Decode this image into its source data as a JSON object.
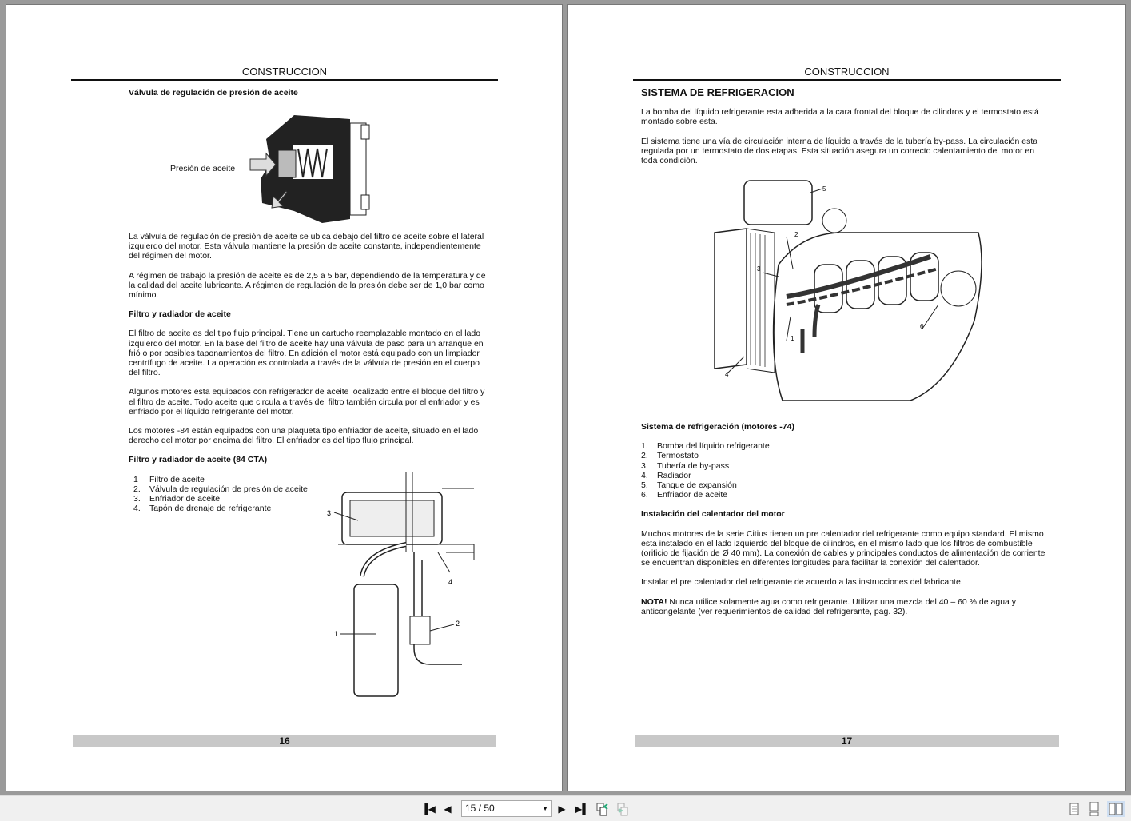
{
  "left_page": {
    "header": "CONSTRUCCION",
    "section1_title": "Válvula de regulación de presión de aceite",
    "figure1_label": "Presión de aceite",
    "paragraphs1": [
      "La válvula de regulación de presión de aceite se ubica debajo del filtro de aceite sobre el lateral izquierdo del motor. Esta válvula mantiene la presión de aceite constante, independientemente del régimen del motor.",
      "A régimen de trabajo la presión de aceite es de 2,5 a 5 bar, dependiendo de la temperatura y de la calidad del aceite lubricante. A régimen de regulación de la presión debe ser de 1,0 bar como mínimo."
    ],
    "section2_title": "Filtro y radiador de aceite",
    "paragraphs2": [
      "El filtro de aceite es del tipo flujo principal. Tiene un cartucho reemplazable montado en el lado izquierdo del motor. En la base del filtro de aceite hay una válvula de paso para un arranque en frió o por posibles taponamientos del filtro. En adición el motor está equipado con un limpiador centrífugo de aceite. La operación es controlada a través de la válvula de presión en el cuerpo del filtro.",
      "Algunos motores esta equipados con refrigerador de aceite localizado entre el bloque del filtro y el filtro de aceite. Todo aceite que circula a través del filtro también circula por el enfriador y es enfriado por el líquido refrigerante del motor.",
      "Los motores -84 están equipados con una plaqueta tipo enfriador de aceite, situado en el lado derecho del motor por encima del filtro. El enfriador es del tipo flujo principal."
    ],
    "section3_title": "Filtro y radiador de aceite (84 CTA)",
    "list": [
      {
        "n": "1",
        "text": "Filtro de aceite"
      },
      {
        "n": "2.",
        "text": "Válvula de regulación de presión de aceite"
      },
      {
        "n": "3.",
        "text": "Enfriador de aceite"
      },
      {
        "n": "4.",
        "text": "Tapón de drenaje de refrigerante"
      }
    ],
    "figure2_callouts": [
      "1",
      "2",
      "3",
      "4"
    ],
    "page_number": "16"
  },
  "right_page": {
    "header": "CONSTRUCCION",
    "title": "SISTEMA DE REFRIGERACION",
    "paragraphs1": [
      "La bomba del líquido refrigerante esta adherida a la cara frontal del bloque de cilindros y el termostato está montado sobre esta.",
      "El sistema tiene una vía de circulación interna de líquido a través de la tubería by-pass. La circulación esta regulada por un termostato de dos etapas. Esta situación asegura un correcto calentamiento del motor en toda condición."
    ],
    "figure_callouts": [
      "1",
      "2",
      "3",
      "4",
      "5",
      "6"
    ],
    "caption": "Sistema de refrigeración (motores -74)",
    "list": [
      {
        "n": "1.",
        "text": "Bomba del líquido refrigerante"
      },
      {
        "n": "2.",
        "text": "Termostato"
      },
      {
        "n": "3.",
        "text": "Tubería de by-pass"
      },
      {
        "n": "4.",
        "text": "Radiador"
      },
      {
        "n": "5.",
        "text": "Tanque de expansión"
      },
      {
        "n": "6.",
        "text": "Enfriador de aceite"
      }
    ],
    "section2_title": "Instalación del calentador del motor",
    "paragraphs2": [
      "Muchos motores de la serie Citius tienen un pre calentador del refrigerante como equipo standard. El mismo esta instalado en el lado izquierdo del bloque de cilindros, en el mismo lado que los filtros de combustible (orificio de fijación de Ø 40 mm). La conexión de cables y principales conductos de alimentación de corriente se encuentran disponibles en diferentes longitudes para facilitar la conexión del calentador.",
      "Instalar el pre calentador del refrigerante de acuerdo a las instrucciones del fabricante."
    ],
    "note_label": "NOTA!",
    "note_text": " Nunca utilice solamente agua como refrigerante. Utilizar una mezcla del 40 – 60 % de agua y anticongelante (ver requerimientos de calidad del refrigerante, pag. 32).",
    "page_number": "17"
  },
  "toolbar": {
    "page_value": "15 / 50",
    "icons": [
      "first-page-icon",
      "prev-page-icon",
      "next-page-icon",
      "last-page-icon",
      "previous-view-icon",
      "next-view-icon",
      "single-page-icon",
      "continuous-icon",
      "two-page-icon"
    ]
  }
}
